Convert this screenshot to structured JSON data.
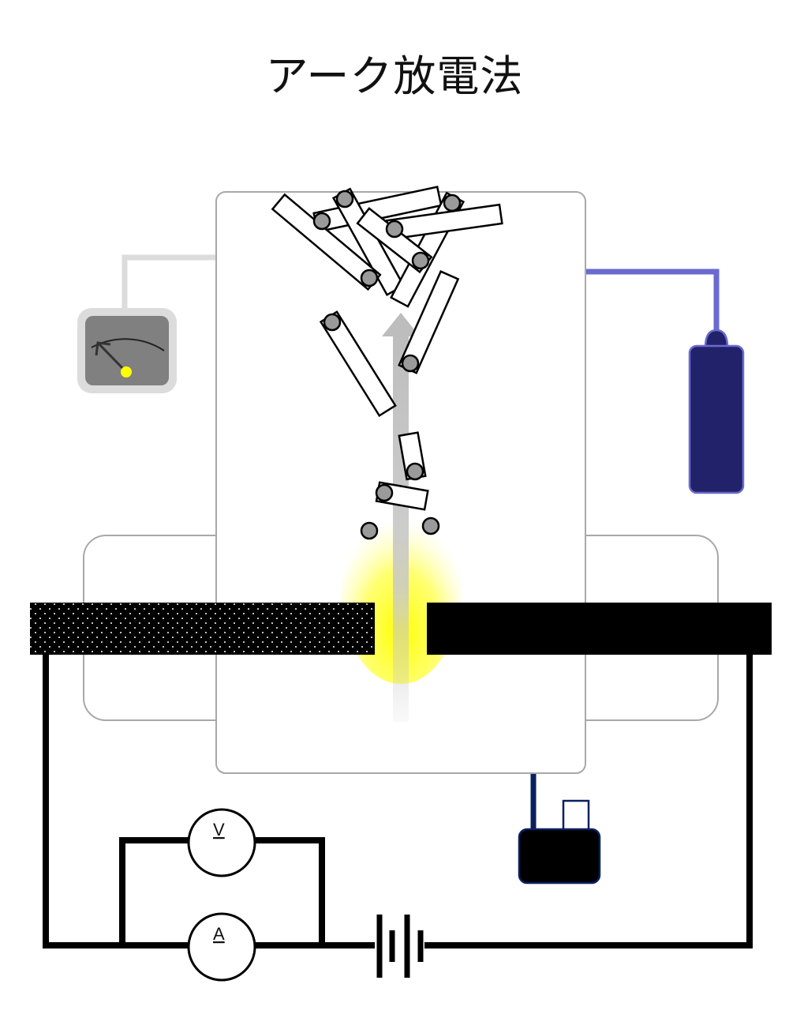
{
  "title": "アーク放電法",
  "meters": {
    "voltmeter_symbol": "V",
    "ammeter_symbol": "A"
  },
  "colors": {
    "gas_cylinder_fill": "#22226a",
    "gas_line": "#6a6ad0",
    "gauge_body": "#808080",
    "gauge_needle_pivot": "#ffff00",
    "arc_glow": "#ffff00",
    "pump_body": "#000000",
    "pump_pipe": "#0a2060",
    "nanotube_end": "#9a9a9a"
  }
}
